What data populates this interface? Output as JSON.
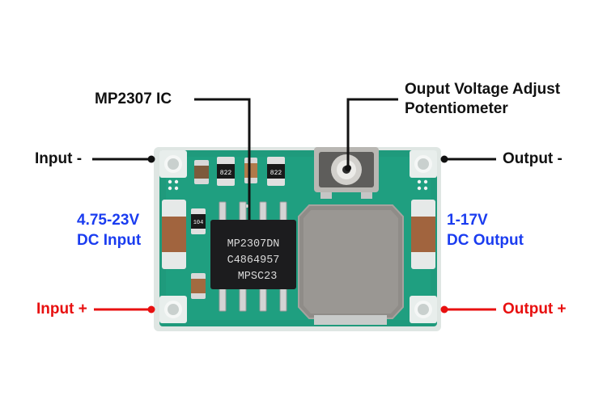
{
  "labels": {
    "ic": "MP2307 IC",
    "pot_line1": "Ouput Voltage Adjust",
    "pot_line2": "Potentiometer",
    "input_minus": "Input -",
    "output_minus": "Output -",
    "input_plus": "Input +",
    "output_plus": "Output +",
    "input_range": "4.75-23V",
    "input_desc": "DC Input",
    "output_range": "1-17V",
    "output_desc": "DC Output"
  },
  "chip_marking": {
    "line1": "MP2307DN",
    "line2": "C4864957",
    "line3": "MPSC23"
  },
  "smd_markings": {
    "resistor_a": "822",
    "resistor_b": "822",
    "resistor_c": "104"
  },
  "colors": {
    "label_black": "#111111",
    "label_blue": "#1a3cf0",
    "label_red": "#e81010",
    "pcb_green": "#1f9a7c",
    "inductor_gray": "#8f8c88"
  }
}
